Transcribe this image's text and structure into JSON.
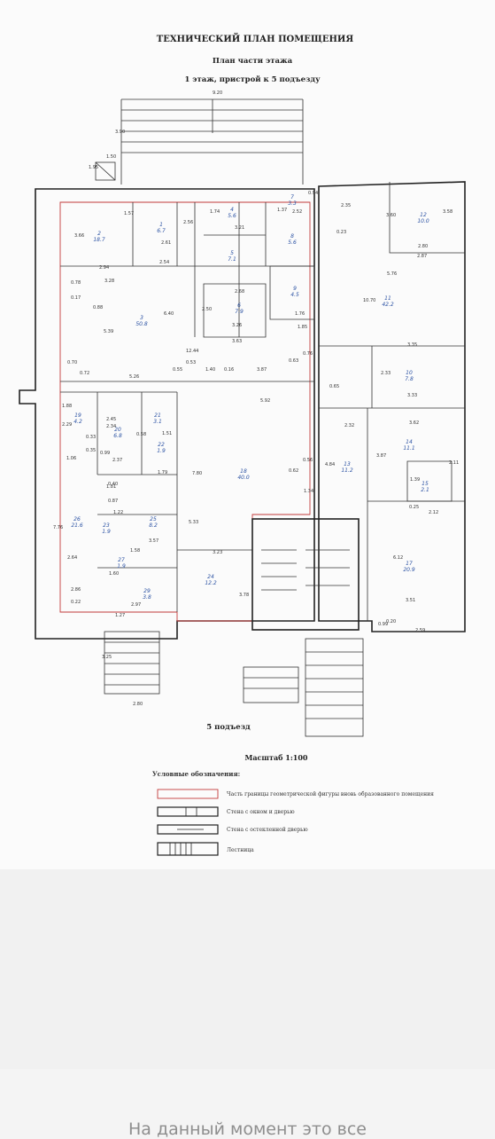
{
  "title": "ТЕХНИЧЕСКИЙ ПЛАН ПОМЕЩЕНИЯ",
  "subtitle": "План части этажа",
  "floor_note": "1 этаж, пристрой к 5 подъезду",
  "entrance_label": "5 подъезд",
  "scale_label": "Масштаб 1:100",
  "legend": {
    "heading": "Условные обозначения:",
    "items": [
      {
        "label": "Часть границы геометрической фигуры вновь образованного помещения"
      },
      {
        "label": "Стена с окном и дверью"
      },
      {
        "label": "Стена с остекленной дверью"
      },
      {
        "label": "Лестница"
      }
    ]
  },
  "rooms": [
    {
      "num": "1",
      "area": "6.7"
    },
    {
      "num": "2",
      "area": "18.7"
    },
    {
      "num": "3",
      "area": "50.8"
    },
    {
      "num": "4",
      "area": "5.6"
    },
    {
      "num": "5",
      "area": "7.1"
    },
    {
      "num": "6",
      "area": "7.9"
    },
    {
      "num": "7",
      "area": "3.3"
    },
    {
      "num": "8",
      "area": "5.6"
    },
    {
      "num": "9",
      "area": "4.5"
    },
    {
      "num": "10",
      "area": "7.8"
    },
    {
      "num": "11",
      "area": "42.2"
    },
    {
      "num": "12",
      "area": "10.0"
    },
    {
      "num": "13",
      "area": "11.2"
    },
    {
      "num": "14",
      "area": "11.1"
    },
    {
      "num": "15",
      "area": "2.1"
    },
    {
      "num": "17",
      "area": "20.9"
    },
    {
      "num": "18",
      "area": "40.0"
    },
    {
      "num": "19",
      "area": "4.2"
    },
    {
      "num": "20",
      "area": "6.8"
    },
    {
      "num": "21",
      "area": "3.1"
    },
    {
      "num": "22",
      "area": "1.9"
    },
    {
      "num": "23",
      "area": "1.9"
    },
    {
      "num": "24",
      "area": "12.2"
    },
    {
      "num": "25",
      "area": "8.2"
    },
    {
      "num": "26",
      "area": "21.6"
    },
    {
      "num": "27",
      "area": "1.9"
    },
    {
      "num": "29",
      "area": "3.8"
    }
  ],
  "dimensions": [
    "9.20",
    "3.90",
    "1.95",
    "1.50",
    "3.66",
    "1.57",
    "2.56",
    "1.74",
    "3.21",
    "1.37",
    "0.94",
    "2.52",
    "2.35",
    "3.60",
    "3.58",
    "2.61",
    "2.54",
    "2.94",
    "3.28",
    "5.39",
    "6.40",
    "2.50",
    "2.68",
    "3.26",
    "3.63",
    "1.76",
    "1.85",
    "12.44",
    "0.53",
    "1.40",
    "0.16",
    "3.87",
    "0.63",
    "0.76",
    "0.70",
    "0.72",
    "5.26",
    "0.55",
    "5.92",
    "2.29",
    "2.45",
    "2.34",
    "0.33",
    "0.35",
    "2.37",
    "1.51",
    "1.79",
    "7.80",
    "0.62",
    "0.56",
    "1.34",
    "4.84",
    "7.76",
    "2.86",
    "1.81",
    "0.22",
    "2.64",
    "2.97",
    "1.27",
    "3.23",
    "3.78",
    "5.33",
    "3.57",
    "10.70",
    "5.76",
    "3.35",
    "2.80",
    "2.87",
    "2.33",
    "3.33",
    "2.32",
    "3.62",
    "3.87",
    "2.11",
    "1.39",
    "0.25",
    "2.12",
    "6.12",
    "3.51",
    "0.99",
    "2.59",
    "0.20",
    "3.25",
    "2.80",
    "0.23",
    "0.17",
    "0.78",
    "0.88",
    "1.88",
    "1.06",
    "0.99",
    "0.58",
    "0.40",
    "0.87",
    "1.22",
    "1.58",
    "1.60",
    "0.65"
  ],
  "footer_caption": "На данный момент это все"
}
